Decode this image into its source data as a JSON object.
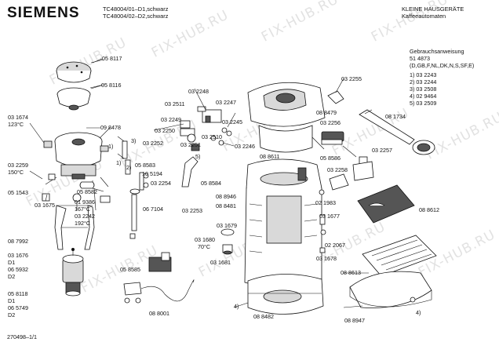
{
  "brand": "SIEMENS",
  "header": {
    "model_1": "TC48004/01–D1,schwarz",
    "model_2": "TC48004/02–D2,schwarz",
    "category_1": "KLEINE HAUSGERÄTE",
    "category_2": "Kaffeeautomaten"
  },
  "manual": {
    "title": "Gebrauchsanweisung",
    "number": "51 4873",
    "languages": "(D,GB,F,NL,DK,N,S,SF,E)"
  },
  "variants": [
    "1)  03 2243",
    "2)  03 2244",
    "3)  03 2508",
    "4)  02 9464",
    "5)  03 2509"
  ],
  "parts": {
    "p058117": "05 8117",
    "p058116": "05 8116",
    "p098478": "09 8478",
    "p031674": "03 1674",
    "t123": "123°C",
    "p032259": "03 2259",
    "t150": "150°C",
    "p051543": "05 1543",
    "p058582": "05 8582",
    "p031675": "03 1675",
    "p019386": "01 9386",
    "t167": "167°C",
    "p032242": "03 2242",
    "t192": "192°C",
    "p087992": "08 7992",
    "p031676": "03 1676",
    "d1a": "D1",
    "p065932": "06 5932",
    "d2a": "D2",
    "p058118": "05 8118",
    "d1b": "D1",
    "p065749": "06 5749",
    "d2b": "D2",
    "p058585": "05 8585",
    "p088001": "08 8001",
    "p032511": "03 2511",
    "p032248": "03 2248",
    "p032247": "03 2247",
    "p032249": "03 2249",
    "p032245": "03 2245",
    "p032250": "03 2250",
    "p032510": "03 2510",
    "p032246": "03 2246",
    "p032252": "03 2252",
    "p032251": "03 2251",
    "p058583": "05 8583",
    "p105194": "10 5194",
    "p032254": "03 2254",
    "p058584": "05 8584",
    "p067104": "06 7104",
    "p032253": "03 2253",
    "p031679": "03 1679",
    "p031680": "03 1680",
    "t70": "70°C",
    "p031681": "03 1681",
    "p032255": "03 2255",
    "p088479": "08 8479",
    "p081734": "08 1734",
    "p032256": "03 2256",
    "p088611": "08 8611",
    "p058586": "05 8586",
    "p032257": "03 2257",
    "p032258": "03 2258",
    "p088946": "08 8946",
    "p021983": "02 1983",
    "p088481": "08 8481",
    "p031677": "03 1677",
    "p088612": "08 8612",
    "p022067": "02 2067",
    "p031678": "03 1678",
    "p088613": "08 8613",
    "p088482": "08 8482",
    "p088947": "08 8947"
  },
  "markers": {
    "m1a": "1)",
    "m3": "3)",
    "m1b": "1)",
    "m2": "2)",
    "m5": "5)",
    "m4a": "4)",
    "m4b": "4)"
  },
  "footer": "270498–1/1",
  "watermark": "FIX-HUB.RU"
}
